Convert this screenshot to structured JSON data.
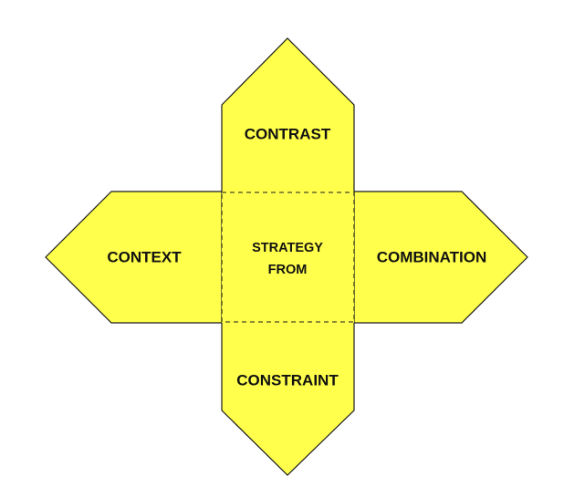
{
  "diagram": {
    "center": {
      "line1": "STRATEGY",
      "line2": "FROM"
    },
    "arms": {
      "top": "CONTRAST",
      "left": "CONTEXT",
      "right": "COMBINATION",
      "bottom": "CONSTRAINT"
    }
  },
  "colors": {
    "fill": "#ffff4c",
    "stroke": "#1a1a1a",
    "text": "#111111"
  }
}
